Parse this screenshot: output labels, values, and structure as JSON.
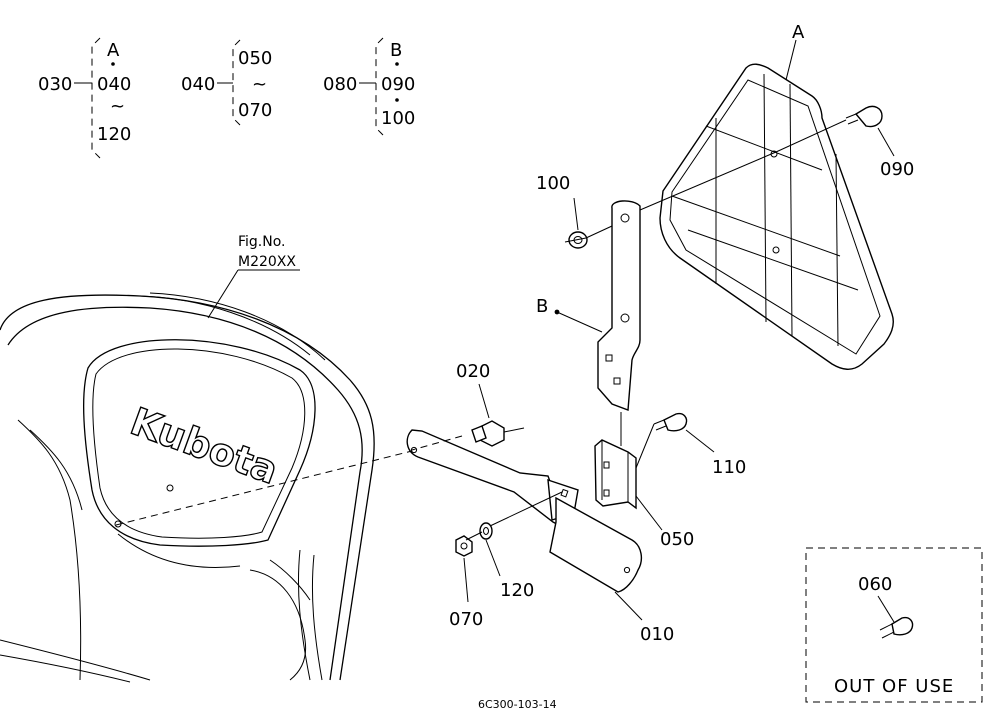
{
  "groups": [
    {
      "head": "030",
      "top": "A",
      "items": [
        "040",
        "~",
        "120"
      ]
    },
    {
      "head": "040",
      "items": [
        "050",
        "~",
        "070"
      ]
    },
    {
      "head": "080",
      "top": "B",
      "items": [
        "090",
        "100"
      ]
    }
  ],
  "callouts": {
    "p010": "010",
    "p020": "020",
    "p050": "050",
    "p060": "060",
    "p070": "070",
    "p090": "090",
    "p100": "100",
    "p110": "110",
    "p120": "120",
    "refA": "A",
    "refB": "B"
  },
  "figref": {
    "line1": "Fig.No.",
    "line2": "M220XX"
  },
  "seat_logo": "Kubota",
  "out_of_use": "OUT OF USE",
  "drawing_code": "6C300-103-14"
}
